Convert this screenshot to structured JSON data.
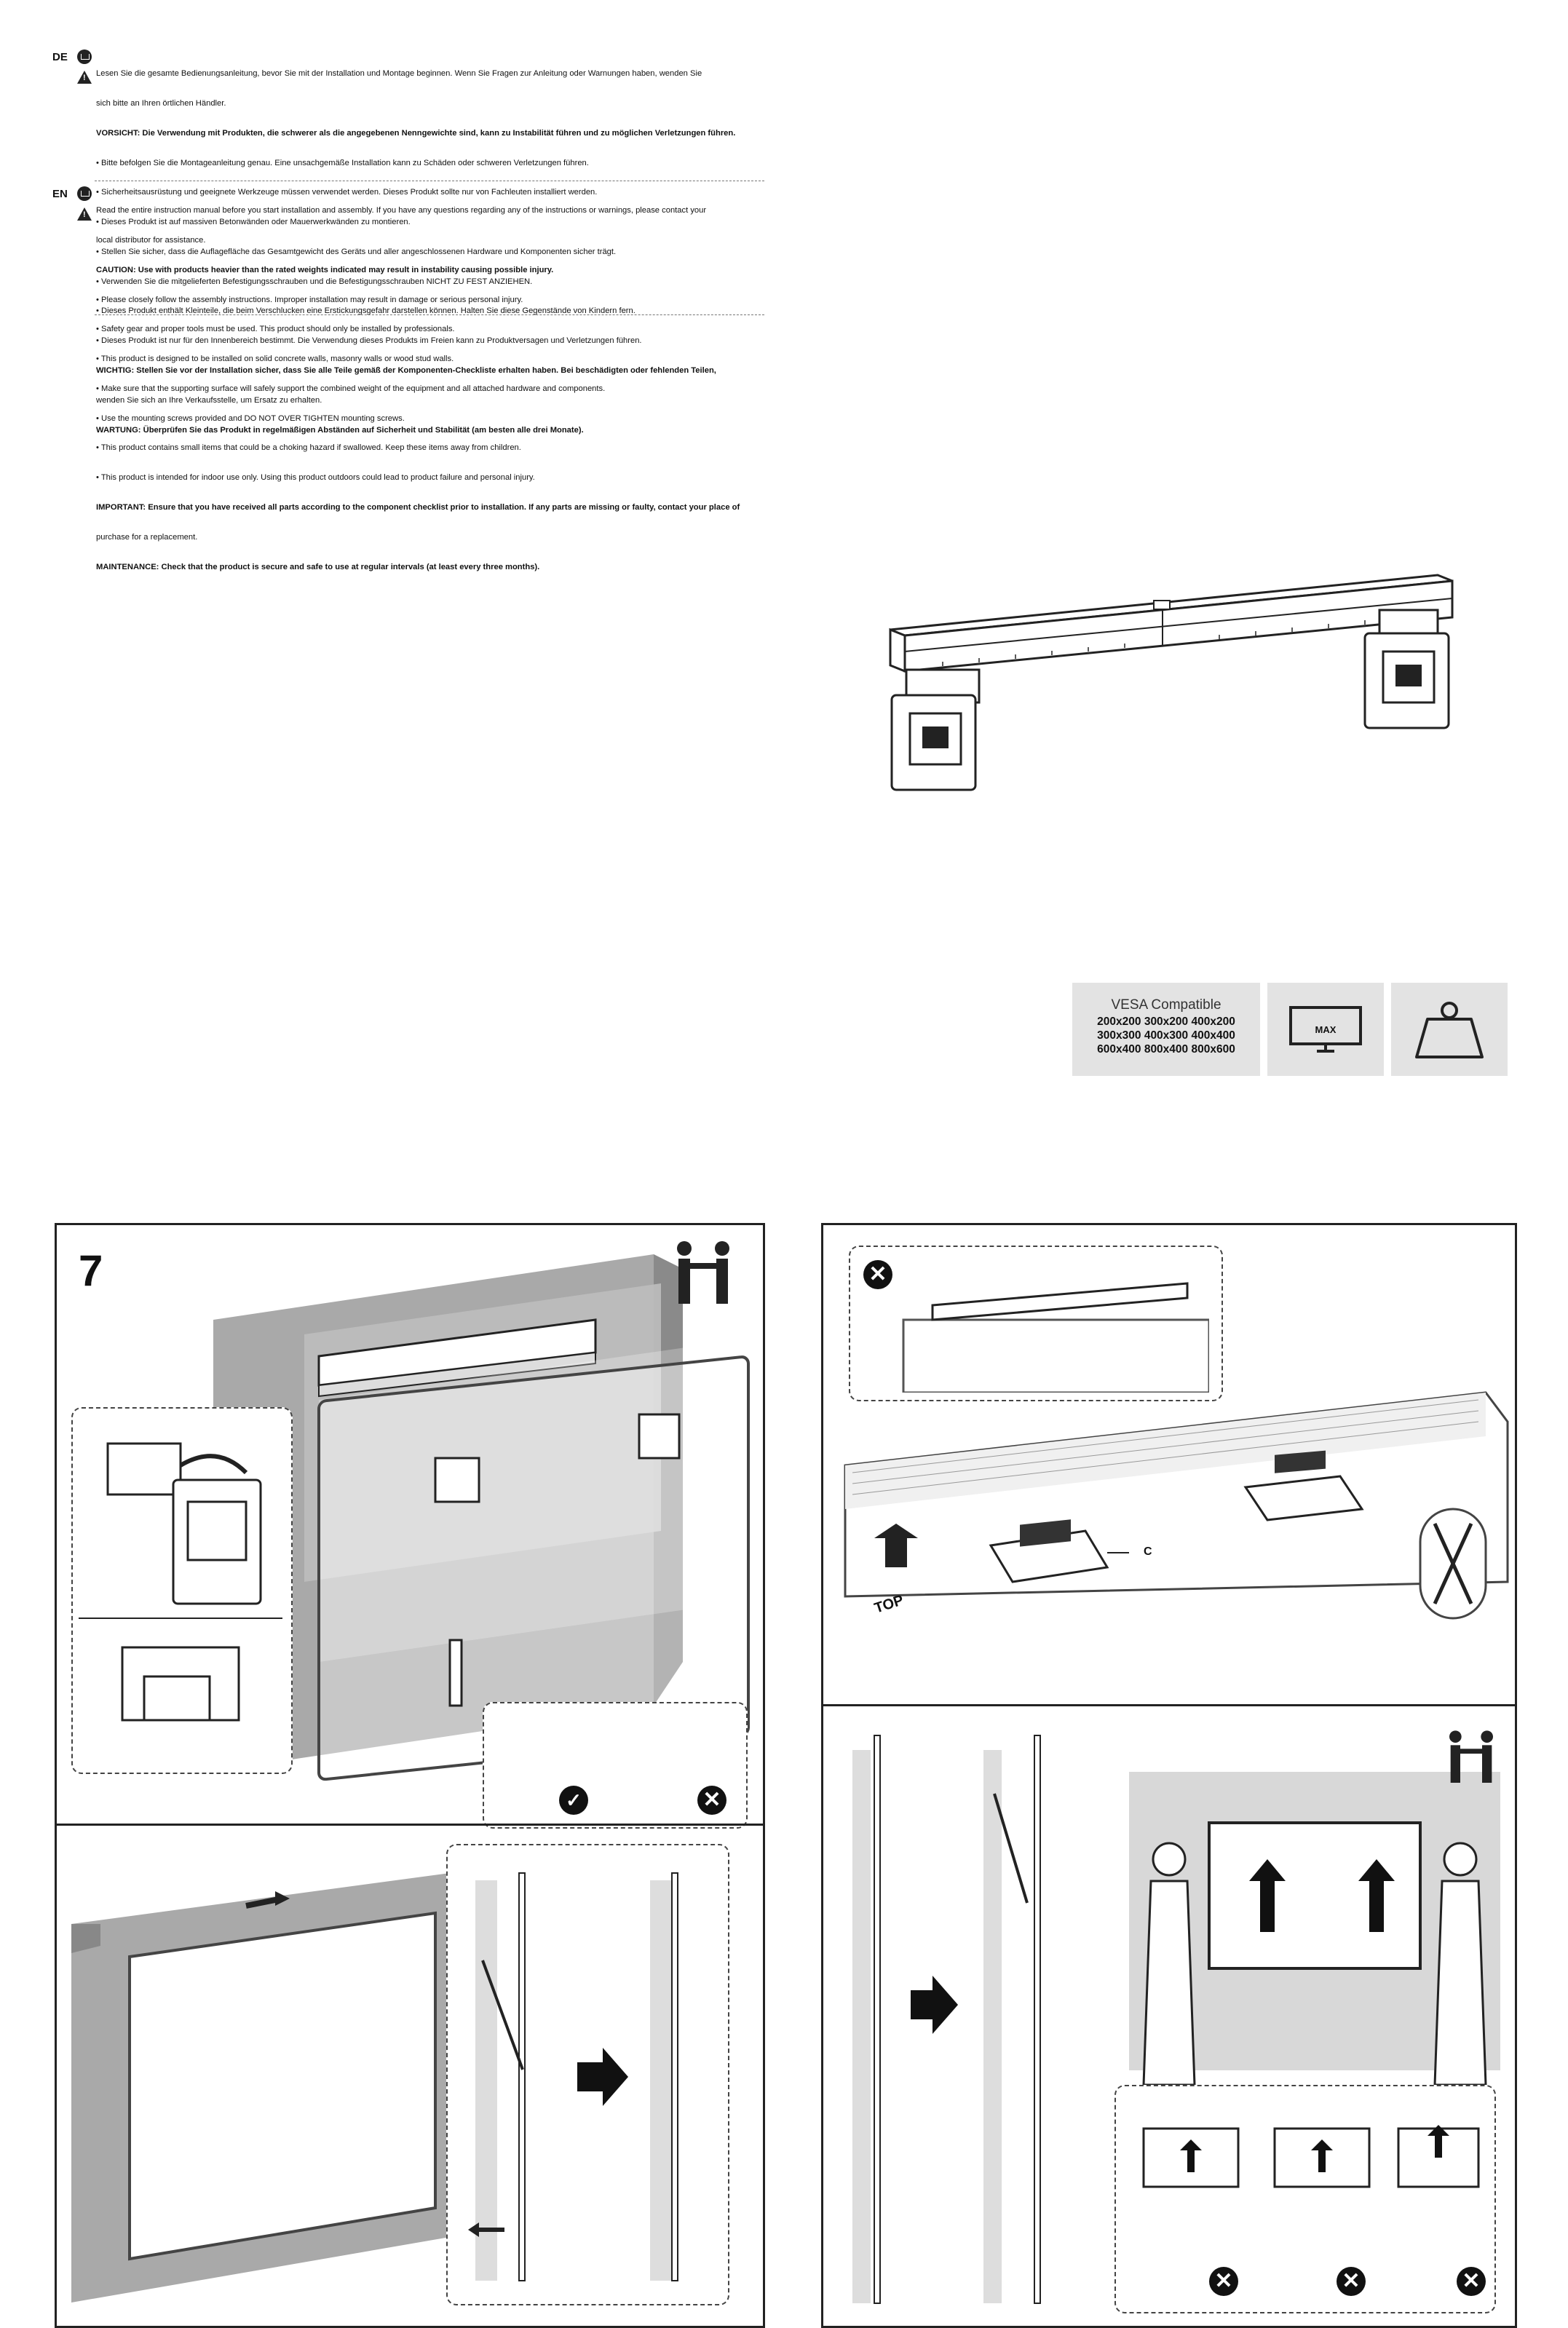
{
  "warnings": {
    "de": {
      "code": "DE",
      "lines": [
        "Lesen Sie die gesamte Bedienungsanleitung, bevor Sie mit der Installation und Montage beginnen. Wenn Sie Fragen zur Anleitung oder Warnungen haben, wenden Sie",
        "sich bitte an Ihren örtlichen Händler.",
        "VORSICHT: Die Verwendung mit Produkten, die schwerer als die angegebenen Nenngewichte sind, kann zu Instabilität führen und zu möglichen Verletzungen führen.",
        "• Bitte befolgen Sie die Montageanleitung genau. Eine unsachgemäße Installation kann zu Schäden oder schweren Verletzungen führen.",
        "• Sicherheitsausrüstung und geeignete Werkzeuge müssen verwendet werden. Dieses Produkt sollte nur von Fachleuten installiert werden.",
        "• Dieses Produkt ist auf massiven Betonwänden oder Mauerwerkwänden zu montieren.",
        "• Stellen Sie sicher, dass die Auflagefläche das Gesamtgewicht des Geräts und aller angeschlossenen Hardware und Komponenten sicher trägt.",
        "• Verwenden Sie die mitgelieferten Befestigungsschrauben und die Befestigungsschrauben NICHT ZU FEST ANZIEHEN.",
        "• Dieses Produkt enthält Kleinteile, die beim Verschlucken eine Erstickungsgefahr darstellen können. Halten Sie diese Gegenstände von Kindern fern.",
        "• Dieses Produkt ist nur für den Innenbereich bestimmt. Die Verwendung dieses Produkts im Freien kann zu Produktversagen und Verletzungen führen.",
        "WICHTIG: Stellen Sie vor der Installation sicher, dass Sie alle Teile gemäß der Komponenten-Checkliste erhalten haben. Bei beschädigten oder fehlenden Teilen,",
        "wenden Sie sich an Ihre Verkaufsstelle, um Ersatz zu erhalten.",
        "WARTUNG: Überprüfen Sie das Produkt in regelmäßigen Abständen auf Sicherheit und Stabilität (am besten alle drei Monate)."
      ]
    },
    "en": {
      "code": "EN",
      "lines": [
        "Read the entire instruction manual before you start installation and assembly. If you have any questions regarding any of the instructions or warnings, please contact your",
        "local distributor for assistance.",
        "CAUTION: Use with products heavier than the rated weights indicated may result in instability causing possible injury.",
        "• Please closely follow the assembly instructions. Improper installation may result in damage or serious personal injury.",
        "• Safety gear and proper tools must be used. This product should only be installed by professionals.",
        "• This product is designed to be installed on solid concrete walls, masonry walls or wood stud walls.",
        "• Make sure that the supporting surface will safely support the combined weight of the equipment and all attached hardware and components.",
        "• Use the mounting screws provided and DO NOT OVER TIGHTEN mounting screws.",
        "• This product contains small items that could be a choking hazard if swallowed. Keep these items away from children.",
        "• This product is intended for indoor use only. Using this product outdoors could lead to product failure and personal injury.",
        "IMPORTANT: Ensure that you have received all parts according to the component checklist prior to installation. If any parts are missing or faulty, contact your place of",
        "purchase for a replacement.",
        "MAINTENANCE: Check that the product is secure and safe to use at regular intervals (at least every three months)."
      ]
    }
  },
  "badges": {
    "vesa_title": "VESA Compatible",
    "vesa_sizes": [
      "200x200 300x200 400x200",
      "300x300 400x300 400x400",
      "600x400 800x400 800x600"
    ],
    "max_label": "MAX"
  },
  "step": {
    "number": "7",
    "part_label": "C",
    "top_label": "TOP"
  }
}
